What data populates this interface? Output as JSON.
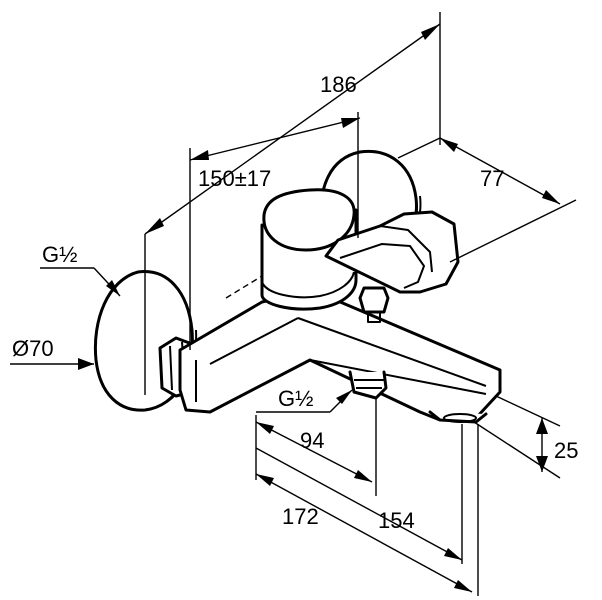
{
  "dimensions": {
    "overall_width": "186",
    "spout_reach": "150±17",
    "depth": "77",
    "wall_thread": "G½",
    "rosette_diameter": "Ø70",
    "outlet_thread": "G½",
    "outlet_offset": "94",
    "total_length": "172",
    "spout_length": "154",
    "spout_height": "25"
  }
}
